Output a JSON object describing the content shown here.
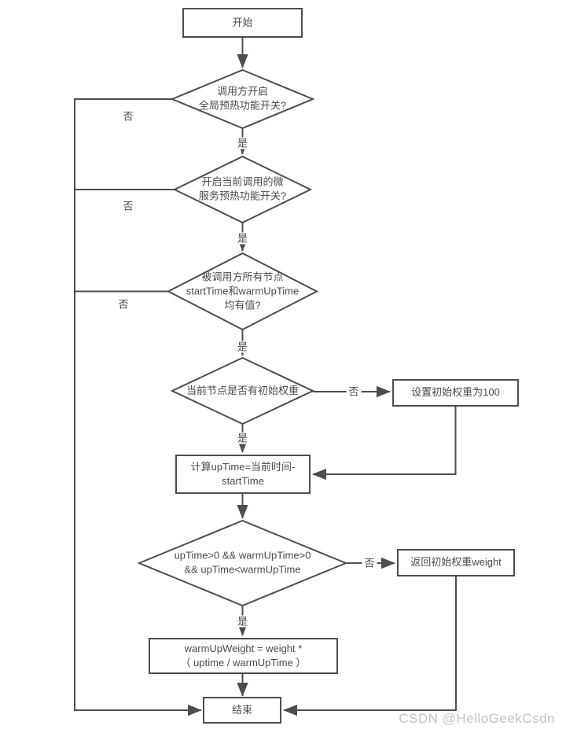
{
  "colors": {
    "line": "#4d4d4d",
    "text": "#4a4a4a",
    "node_fill": "#ffffff",
    "watermark": "#c3c3c3"
  },
  "labels": {
    "yes": "是",
    "no": "否"
  },
  "nodes": {
    "start": {
      "label": "开始"
    },
    "decision_global_switch": {
      "label": "调用方开启\n全局预热功能开关?"
    },
    "decision_service_switch": {
      "label": "开启当前调用的微\n服务预热功能开关?"
    },
    "decision_values_present": {
      "label": "被调用方所有节点\nstartTime和warmUpTime\n均有值?"
    },
    "decision_has_initial_weight": {
      "label": "当前节点是否有初始权重"
    },
    "decision_warmup_window": {
      "label": "upTime>0 && warmUpTime>0\n&& upTime<warmUpTime"
    },
    "process_set_initial_weight": {
      "label": "设置初始权重为100"
    },
    "process_calc_uptime": {
      "label": "计算upTime=当前时间-\nstartTime"
    },
    "process_return_weight": {
      "label": "返回初始权重weight"
    },
    "process_warmup_weight": {
      "label": "warmUpWeight = weight *\n（ uptime / warmUpTime ）"
    },
    "end": {
      "label": "结束"
    }
  },
  "watermark": {
    "text": "CSDN @HelloGeekCsdn"
  }
}
